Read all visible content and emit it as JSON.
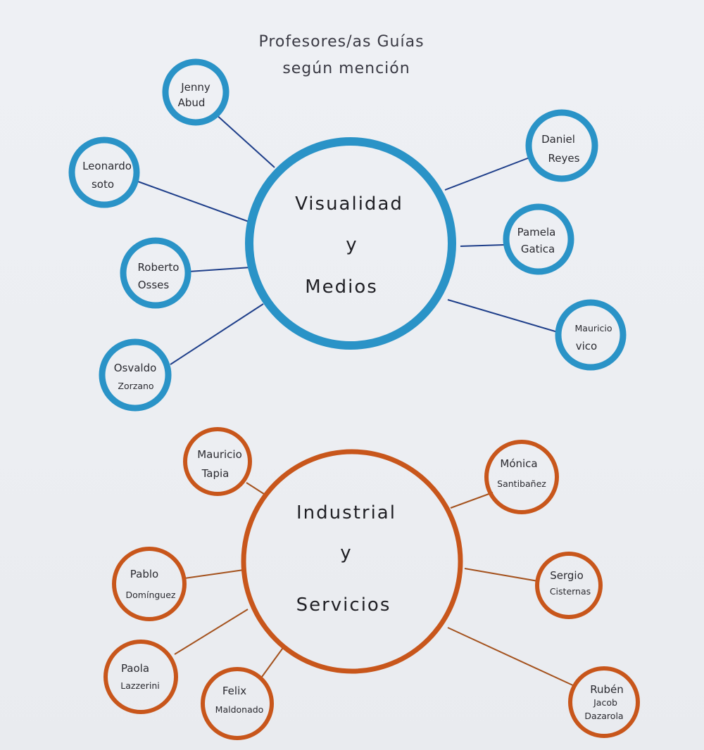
{
  "title": {
    "line1": "Profesores/as Guías",
    "line2": "según mención"
  },
  "colors": {
    "blue": "#2a93c7",
    "orange": "#c8561b",
    "line_blue": "#1f3f8a",
    "line_orange": "#a4521e"
  },
  "clusters": [
    {
      "id": "visualidad",
      "hub": {
        "line1": "Visualidad",
        "line2": "y",
        "line3": "Medios"
      },
      "nodes": [
        {
          "id": "jenny-abud",
          "lines": [
            "Jenny",
            "Abud"
          ]
        },
        {
          "id": "leonardo-soto",
          "lines": [
            "Leonardo",
            "soto"
          ]
        },
        {
          "id": "roberto-osses",
          "lines": [
            "Roberto",
            "Osses"
          ]
        },
        {
          "id": "osvaldo-zorzano",
          "lines": [
            "Osvaldo",
            "Zorzano"
          ]
        },
        {
          "id": "daniel-reyes",
          "lines": [
            "Daniel",
            "Reyes"
          ]
        },
        {
          "id": "pamela-gatica",
          "lines": [
            "Pamela",
            "Gatica"
          ]
        },
        {
          "id": "mauricio-vico",
          "lines": [
            "Mauricio",
            "vico"
          ]
        }
      ]
    },
    {
      "id": "industrial",
      "hub": {
        "line1": "Industrial",
        "line2": "y",
        "line3": "Servicios"
      },
      "nodes": [
        {
          "id": "mauricio-tapia",
          "lines": [
            "Mauricio",
            "Tapia"
          ]
        },
        {
          "id": "pablo-dominguez",
          "lines": [
            "Pablo",
            "Domínguez"
          ]
        },
        {
          "id": "paola-lazzerini",
          "lines": [
            "Paola",
            "Lazzerini"
          ]
        },
        {
          "id": "felix-maldonado",
          "lines": [
            "Felix",
            "Maldonado"
          ]
        },
        {
          "id": "monica-santibanez",
          "lines": [
            "Mónica",
            "Santibañez"
          ]
        },
        {
          "id": "sergio-cisternas",
          "lines": [
            "Sergio",
            "Cisternas"
          ]
        },
        {
          "id": "ruben-jacob-dazarola",
          "lines": [
            "Rubén",
            "Jacob",
            "Dazarola"
          ]
        }
      ]
    }
  ]
}
